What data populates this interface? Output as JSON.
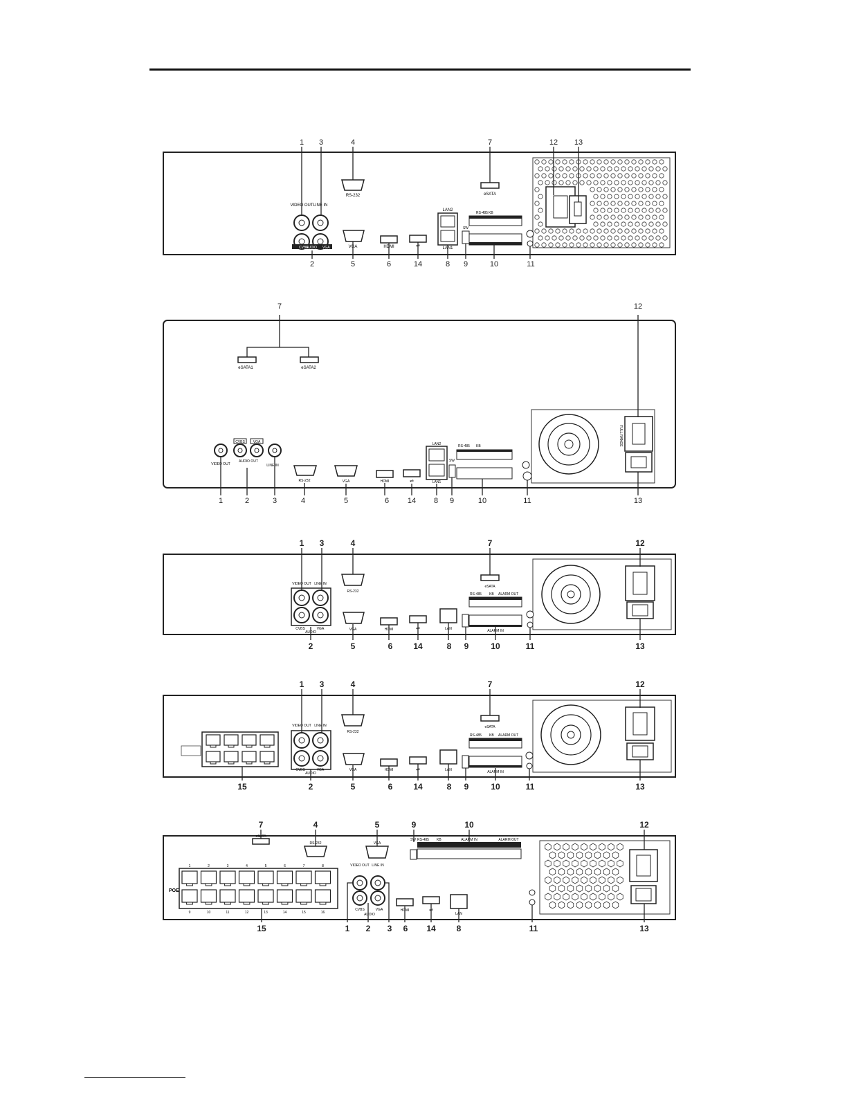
{
  "panels": [
    {
      "callouts_top": [
        "1",
        "3",
        "4",
        "7",
        "12",
        "13"
      ],
      "callouts_bottom": [
        "2",
        "5",
        "6",
        "14",
        "8",
        "9",
        "10",
        "11"
      ],
      "port_labels": {
        "video_out": "VIDEO OUT",
        "line_in": "LINE IN",
        "cvbs": "CVBS",
        "audio": "AUDIO",
        "vga_small": "VGA",
        "rs232": "RS-232",
        "vga": "VGA",
        "hdmi": "HDMI",
        "lan2": "LAN2",
        "lan1": "LAN1",
        "esata": "eSATA",
        "rs485": "RS-485",
        "kb": "KB",
        "sw": "SW"
      }
    },
    {
      "callouts_top": [
        "7",
        "12"
      ],
      "callouts_bottom": [
        "1",
        "2",
        "3",
        "4",
        "5",
        "6",
        "14",
        "8",
        "9",
        "10",
        "11",
        "13"
      ],
      "port_labels": {
        "esata1": "eSATA1",
        "esata2": "eSATA2",
        "cvbs": "CVBS",
        "vga_small": "VGA",
        "video_out": "VIDEO OUT",
        "audio_out": "AUDIO OUT",
        "line_in": "LINE IN",
        "rs232": "RS-232",
        "vga": "VGA",
        "hdmi": "HDMI",
        "lan2": "LAN2",
        "lan1": "LAN1",
        "sw": "SW",
        "rs485": "RS-485",
        "kb": "KB",
        "full_range": "FULL RANGE"
      }
    },
    {
      "callouts_top": [
        "1",
        "3",
        "4",
        "7",
        "12"
      ],
      "callouts_bottom": [
        "2",
        "5",
        "6",
        "14",
        "8",
        "9",
        "10",
        "11",
        "13"
      ],
      "port_labels": {
        "video_out": "VIDEO OUT",
        "line_in": "LINE IN",
        "cvbs": "CVBS",
        "vga_small": "VGA",
        "audio": "AUDIO",
        "rs232": "RS-232",
        "vga": "VGA",
        "hdmi": "HDMI",
        "lan": "LAN",
        "esata": "eSATA",
        "rs485": "RS-485",
        "kb": "KB",
        "alarm_out": "ALARM OUT",
        "alarm_in": "ALARM IN"
      }
    },
    {
      "callouts_top": [
        "1",
        "3",
        "4",
        "7",
        "12"
      ],
      "callouts_bottom": [
        "15",
        "2",
        "5",
        "6",
        "14",
        "8",
        "9",
        "10",
        "11",
        "13"
      ],
      "port_labels": {
        "video_out": "VIDEO OUT",
        "line_in": "LINE IN",
        "cvbs": "CVBS",
        "vga_small": "VGA",
        "audio": "AUDIO",
        "rs232": "RS-232",
        "vga": "VGA",
        "hdmi": "HDMI",
        "lan": "LAN",
        "esata": "eSATA",
        "rs485": "RS-485",
        "kb": "KB",
        "alarm_out": "ALARM OUT",
        "alarm_in": "ALARM IN"
      }
    },
    {
      "callouts_top": [
        "7",
        "4",
        "5",
        "9",
        "10",
        "12"
      ],
      "callouts_bottom": [
        "15",
        "1",
        "2",
        "3",
        "6",
        "14",
        "8",
        "11",
        "13"
      ],
      "port_labels": {
        "esata": "eSATA",
        "rs232": "RS-232",
        "vga": "VGA",
        "video_out": "VIDEO OUT",
        "line_in": "LINE IN",
        "cvbs": "CVBS",
        "vga_small": "VGA",
        "audio": "AUDIO",
        "hdmi": "HDMI",
        "lan": "LAN",
        "poe": "POE",
        "sw": "SW",
        "rs485": "RS-485",
        "kb": "KB",
        "alarm_in": "ALARM IN",
        "alarm_out": "ALARM OUT"
      },
      "poe_top_numbers": [
        "1",
        "2",
        "3",
        "4",
        "5",
        "6",
        "7",
        "8"
      ],
      "poe_bottom_numbers": [
        "9",
        "10",
        "11",
        "12",
        "13",
        "14",
        "15",
        "16"
      ]
    }
  ]
}
